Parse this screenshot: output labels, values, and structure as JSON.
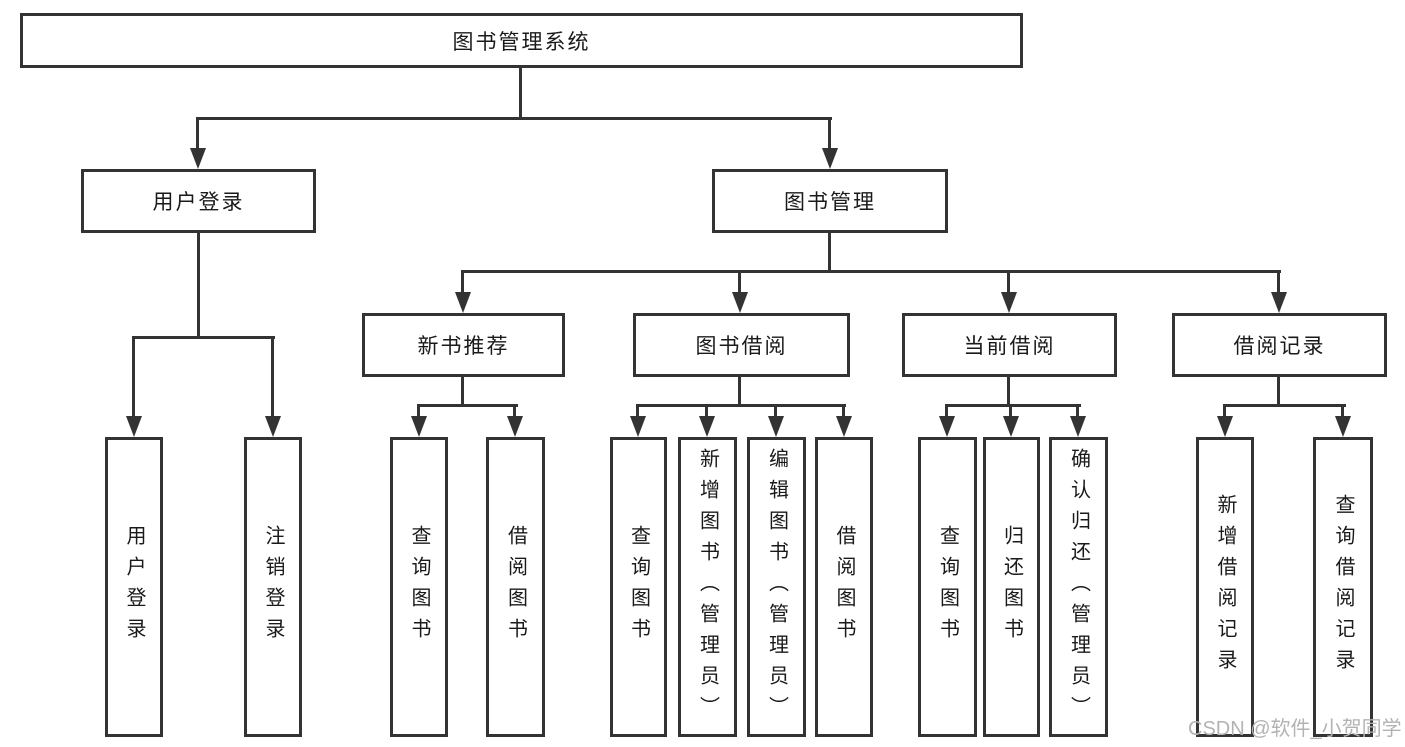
{
  "watermark": "CSDN @软件_小贺同学",
  "colors": {
    "line": "#333333",
    "text": "#1a1a1a",
    "watermark": "#b3b3b3",
    "background": "#ffffff"
  },
  "tree": {
    "root": "图书管理系统",
    "branches": [
      {
        "label": "用户登录",
        "children": [
          "用户登录",
          "注销登录"
        ]
      },
      {
        "label": "图书管理",
        "children": [
          {
            "label": "新书推荐",
            "children": [
              "查询图书",
              "借阅图书"
            ]
          },
          {
            "label": "图书借阅",
            "children": [
              "查询图书",
              "新增图书（管理员）",
              "编辑图书（管理员）",
              "借阅图书"
            ]
          },
          {
            "label": "当前借阅",
            "children": [
              "查询图书",
              "归还图书",
              "确认归还（管理员）"
            ]
          },
          {
            "label": "借阅记录",
            "children": [
              "新增借阅记录",
              "查询借阅记录"
            ]
          }
        ]
      }
    ]
  }
}
